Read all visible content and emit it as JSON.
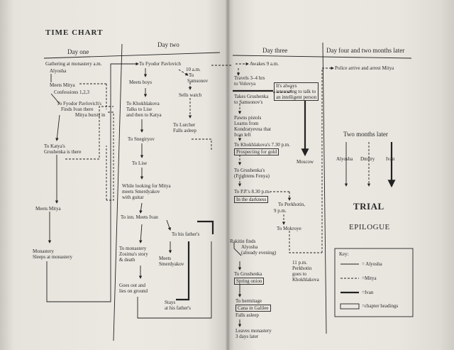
{
  "title": "TIME CHART",
  "headers": {
    "day_one": "Day one",
    "day_two": "Day two",
    "day_three": "Day three",
    "day_four": "Day four and two months later"
  },
  "day_one": {
    "gathering": "Gathering at monastery a.m.",
    "alyosha": "Alyosha",
    "meets_mitya": "Meets Mitya",
    "confessions": "Confessions 1,2,3",
    "to_fyodor": "To Fyodor Pavlovich's",
    "finds_ivan": "Finds Ivan there",
    "mitya_bursts": "Mitya bursts in",
    "to_katya": "To Katya's",
    "grushenka_there": "Grushenka is there",
    "meets_mitya_2": "Meets Mitya",
    "monastery": "Monastery",
    "sleeps": "Sleeps at monastery"
  },
  "day_two": {
    "to_fyodor": "To Fyodor Pavlovich",
    "ten_am": "10 a.m.",
    "to_samsonov": "To",
    "samsonov": "Samsonov",
    "meets_boys": "Meets boys",
    "sells_watch": "Sells watch",
    "to_khokhlakova": "To Khokhlakova",
    "talks_lise": "Talks to Lise",
    "then_katya": "and then to Katya",
    "to_lurcher": "To Lurcher",
    "falls_asleep": "Falls asleep",
    "to_snegiryov": "To Snegiryov",
    "to_lise": "To Lise",
    "while_looking": "While looking for Mitya",
    "meets_smerdyakov": "meets Smerdyakov",
    "with_guitar": "with guitar",
    "to_inn": "To inn. Meets Ivan",
    "to_his_fathers": "To his father's",
    "to_monastery": "To monastery",
    "zosima_story": "Zosima's story",
    "and_death": "& death",
    "meets": "Meets",
    "smerdyakov": "Smerdyakov",
    "goes_out": "Goes out and",
    "lies_on_ground": "lies on ground",
    "stays": "Stays",
    "at_his_fathers": "at his father's"
  },
  "day_three": {
    "awakes": "Awakes 9 a.m.",
    "travels": "Travels 3–4 hrs",
    "to_volovya": "to Volovya",
    "its_always": "It's always",
    "interesting": "interesting to talk to",
    "intelligent": "an intelligent person",
    "takes_grushenka": "Takes Grushenka",
    "to_samsonovs": "to Samsonov's",
    "pawns_pistols": "Pawns pistols",
    "learns_from": "Learns from",
    "kondratyevna": "Kondratyevna that",
    "ivan_left": "Ivan left",
    "to_khokhlakovas": "To Khokhlakova's 7.30 p.m.",
    "prospecting": "Prospecting for gold",
    "moscow": "Moscow",
    "to_grushenkas": "To Grushenka's",
    "frightens": "(Frightens Fenya)",
    "to_pp": "To P.P.'s 8.30 p.m.",
    "in_darkness": "In the darkness",
    "to_perkhotin": "To Perkhotin,",
    "nine_pm": "9 p.m.",
    "to_mokroye": "To Mokroye",
    "rakitin_finds": "Rakitin finds",
    "alyosha": "Alyosha",
    "already_evening": "(already evening)",
    "to_grushenka": "To Grushenka",
    "spring_onion": "Spring onion",
    "eleven_pm": "11 p.m.",
    "perkhotin": "Perkhotin",
    "goes_to": "goes to",
    "khokhlakova": "Khokhlakova",
    "to_hermitage": "To hermitage",
    "cana": "Cana in Galilee",
    "falls_asleep": "Falls asleep",
    "leaves_monastery": "Leaves monastery",
    "three_days": "3 days later"
  },
  "day_four": {
    "police": "Police arrive and arrest Mitya",
    "two_months": "Two months later",
    "alyosha": "Alyosha",
    "dmitry": "Dmitry",
    "ivan": "Ivan",
    "trial": "TRIAL",
    "epilogue": "EPILOGUE"
  },
  "key": {
    "title": "Key:",
    "alyosha": "= Alyosha",
    "mitya": "=Mitya",
    "ivan": "=Ivan",
    "chapter": "=chapter headings"
  }
}
